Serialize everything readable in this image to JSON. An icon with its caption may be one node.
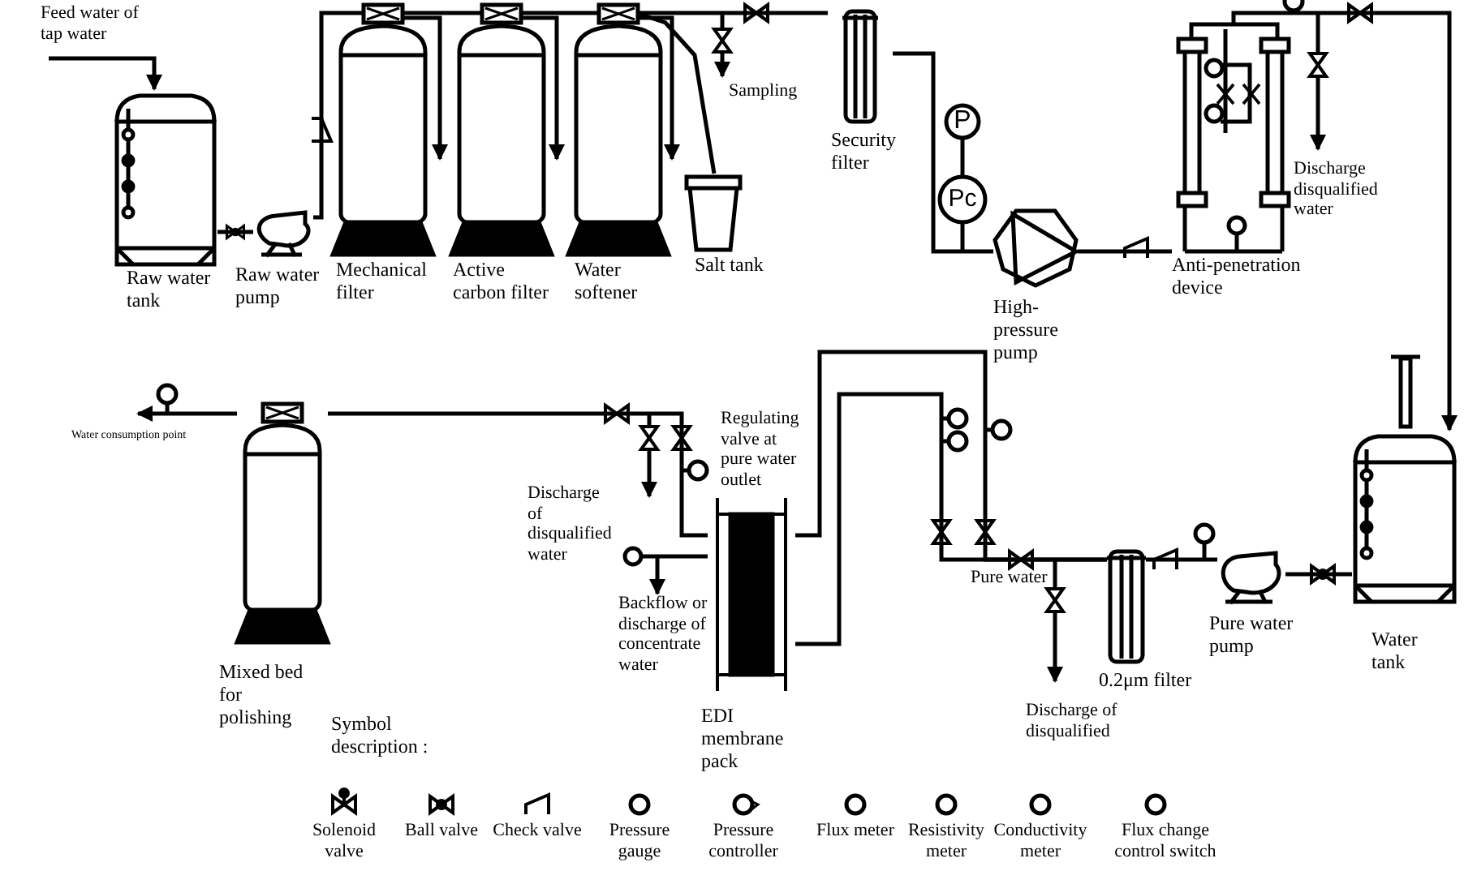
{
  "diagram": {
    "nodes": [
      {
        "text": [
          "Feed water of tap water"
        ]
      },
      {
        "text": [
          "Raw water tank"
        ]
      },
      {
        "text": [
          "Raw water pump"
        ]
      },
      {
        "text": [
          "Mechanical filter"
        ]
      },
      {
        "text": [
          "Active carbon filter"
        ]
      },
      {
        "text": [
          "Water softener"
        ]
      },
      {
        "text": [
          "Salt tank"
        ]
      },
      {
        "text": [
          "Security filter"
        ]
      },
      {
        "text": [
          "High-pressure pump"
        ]
      },
      {
        "text": [
          "Anti-penetration device"
        ]
      },
      {
        "text": [
          "Water tank"
        ]
      },
      {
        "text": [
          "Pure water pump"
        ]
      },
      {
        "text": [
          "0.2μm filter"
        ]
      },
      {
        "text": [
          "EDI membrane pack"
        ]
      },
      {
        "text": [
          "Mixed bed for polishing"
        ]
      },
      {
        "text": [
          "Water consumption point"
        ]
      },
      {
        "text": [
          "P"
        ]
      },
      {
        "text": [
          "Pc"
        ]
      },
      {
        "text": [],
        "shape": "circle"
      }
    ],
    "edges": [
      {
        "from": 0,
        "to": 1,
        "arrow": "to"
      },
      {
        "from": 1,
        "to": 2,
        "arrow": "none"
      },
      {
        "from": 2,
        "to": 3,
        "arrow": "none"
      },
      {
        "from": 3,
        "to": 4,
        "arrow": "none"
      },
      {
        "from": 4,
        "to": 5,
        "arrow": "none"
      },
      {
        "from": 5,
        "to": 7,
        "arrow": "none"
      },
      {
        "from": 5,
        "to": 6,
        "arrow": "none"
      },
      {
        "from": 7,
        "to": 8,
        "arrow": "none"
      },
      {
        "from": 8,
        "to": 9,
        "arrow": "none"
      },
      {
        "from": 9,
        "to": 10,
        "arrow": "to"
      },
      {
        "from": 10,
        "to": 11,
        "arrow": "none"
      },
      {
        "from": 11,
        "to": 12,
        "arrow": "none"
      },
      {
        "from": 12,
        "to": 13,
        "arrow": "none"
      },
      {
        "from": 12,
        "to": 13,
        "arrow": "none"
      },
      {
        "from": 13,
        "to": 14,
        "arrow": "none"
      },
      {
        "from": 14,
        "to": 15,
        "arrow": "to"
      },
      {
        "from": 16,
        "to": 17,
        "arrow": "none"
      },
      {
        "from": 17,
        "to": null,
        "arrow": "none"
      },
      {
        "from": 13,
        "to": 18,
        "arrow": "none"
      }
    ],
    "labels": [
      "Sampling",
      "Discharge disqualified water",
      "Regulating valve at pure water outlet",
      "Discharge of disqualified water",
      "Backflow or discharge of concentrate water",
      "Pure water",
      "Discharge of disqualified",
      "Symbol description :"
    ],
    "legend": [
      {
        "text": "Solenoid valve"
      },
      {
        "text": "Ball valve"
      },
      {
        "text": "Check valve"
      },
      {
        "text": "Pressure gauge"
      },
      {
        "text": "Pressure controller"
      },
      {
        "text": "Flux meter"
      },
      {
        "text": "Resistivity meter"
      },
      {
        "text": "Conductivity meter"
      },
      {
        "text": "Flux change control switch"
      }
    ]
  }
}
